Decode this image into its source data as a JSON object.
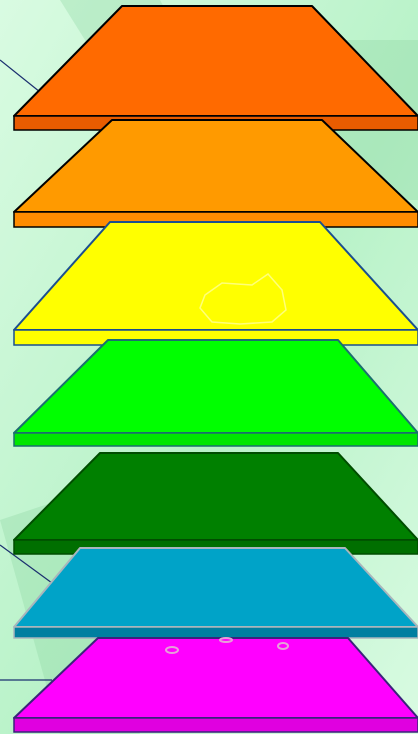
{
  "background": {
    "base_color": "#b8f2c8",
    "light_color": "#d9fbe2",
    "streak_color": "#8fd8a3"
  },
  "layers": [
    {
      "name": "layer-1-orange-red",
      "top_color": "#ff6a00",
      "edge_color": "#e85c00",
      "outline_color": "#000000"
    },
    {
      "name": "layer-2-orange",
      "top_color": "#ff9a00",
      "edge_color": "#ff8c00",
      "outline_color": "#000000"
    },
    {
      "name": "layer-3-yellow",
      "top_color": "#ffff00",
      "edge_color": "#ffff00",
      "outline_color": "#1b4f8f"
    },
    {
      "name": "layer-4-green",
      "top_color": "#00ff00",
      "edge_color": "#00e600",
      "outline_color": "#1b6f6f"
    },
    {
      "name": "layer-5-dark-green",
      "top_color": "#008000",
      "edge_color": "#006f00",
      "outline_color": "#004d00"
    },
    {
      "name": "layer-6-blue",
      "top_color": "#00a3c8",
      "edge_color": "#007fa0",
      "outline_color": "#a9b6bc"
    },
    {
      "name": "layer-7-magenta",
      "top_color": "#ff00ff",
      "edge_color": "#e000e0",
      "outline_color": "#3a237a"
    }
  ],
  "connector_color": "#1b2f6f",
  "sketch_color": "#ffff99",
  "ring_color": "#e6a0d8"
}
